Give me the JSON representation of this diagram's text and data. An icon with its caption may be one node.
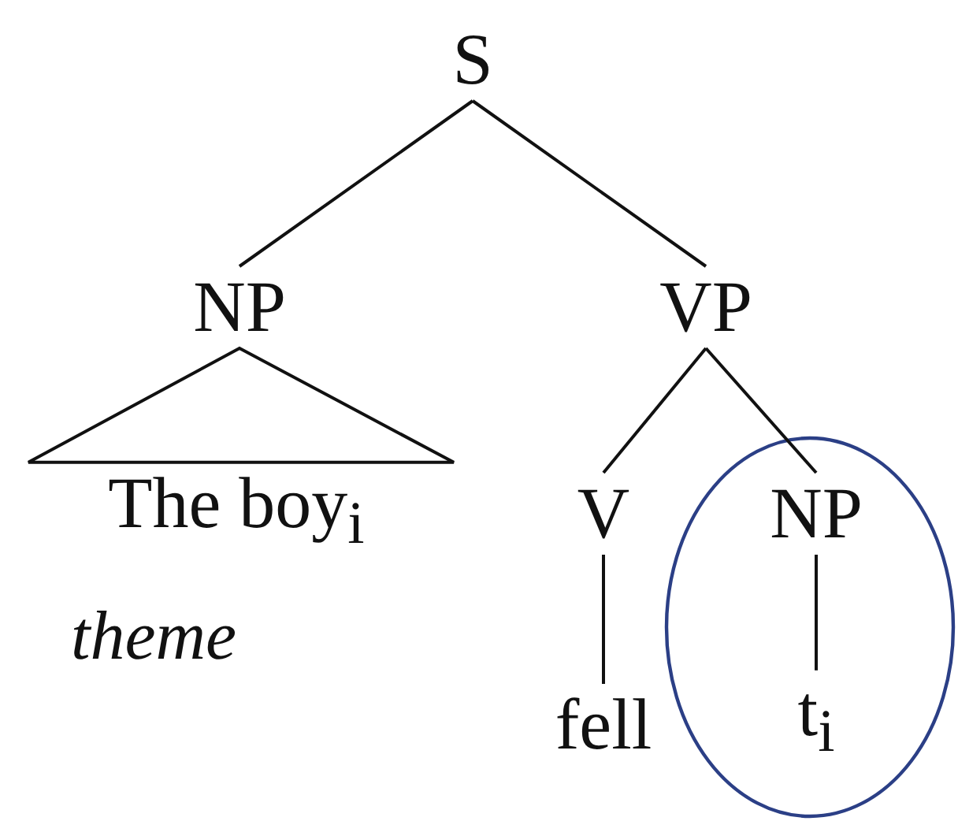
{
  "diagram": {
    "nodes": [
      {
        "text": [
          "S"
        ]
      },
      {
        "text": [
          "NP"
        ]
      },
      {
        "text": [
          "VP"
        ]
      },
      {
        "text": [
          "The boy$_{i}$"
        ],
        "beside": [
          "theme"
        ]
      },
      {
        "text": [
          "V"
        ]
      },
      {
        "text": [],
        "shape": "circle"
      },
      {
        "text": [
          "NP"
        ],
        "in": 5
      },
      {
        "text": [
          "fell"
        ]
      },
      {
        "text": [
          "t$_{i}$"
        ],
        "in": 5
      }
    ],
    "edges": [
      {
        "from": 0,
        "to": 1,
        "arrow": "none"
      },
      {
        "from": 0,
        "to": 2,
        "arrow": "none"
      },
      {
        "from": 1,
        "to": 3,
        "arrow": "none"
      },
      {
        "from": 2,
        "to": 4,
        "arrow": "none"
      },
      {
        "from": 2,
        "to": 6,
        "arrow": "none"
      },
      {
        "from": 4,
        "to": 7,
        "arrow": "none"
      },
      {
        "from": 6,
        "to": 8,
        "arrow": "none"
      }
    ]
  }
}
